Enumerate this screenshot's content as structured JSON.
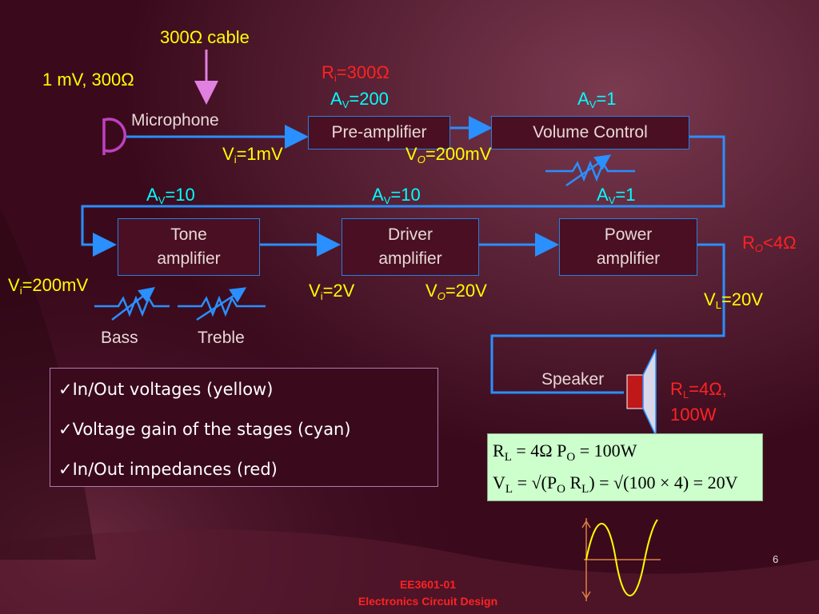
{
  "cable": {
    "label": "300Ω cable"
  },
  "source": {
    "label": "1 mV, 300Ω"
  },
  "microphone": {
    "label": "Microphone"
  },
  "preamp": {
    "label": "Pre-amplifier",
    "ri_text": "=300Ω",
    "av_text": "=200",
    "vi_text": "=1mV",
    "vo_text": "=200mV"
  },
  "volume": {
    "label": "Volume Control",
    "av_text": "=1"
  },
  "tone": {
    "label_line1": "Tone",
    "label_line2": "amplifier",
    "av_text": "=10",
    "vi_text": "=200mV"
  },
  "driver": {
    "label_line1": "Driver",
    "label_line2": "amplifier",
    "av_text": "=10",
    "vi_text": "=2V",
    "vo_text": "=20V"
  },
  "power": {
    "label_line1": "Power",
    "label_line2": "amplifier",
    "av_text": "=1",
    "ro_text": "<4Ω",
    "vl_text": "=20V"
  },
  "controls": {
    "bass": "Bass",
    "treble": "Treble"
  },
  "speaker": {
    "label": "Speaker",
    "rl_line1": "=4Ω,",
    "rl_line2": "100W"
  },
  "notes": [
    "✓In/Out voltages (yellow)",
    "✓Voltage gain of the stages (cyan)",
    "✓In/Out impedances (red)"
  ],
  "formula": {
    "row1": "R_L = 4Ω  P_O = 100W",
    "row2": "V_L = √(P_O R_L) = √(100 × 4) = 20V"
  },
  "footer": {
    "line1": "EE3601-01",
    "line2": "Electronics Circuit Design"
  },
  "page_number": "6",
  "colors": {
    "voltage": "#ffff00",
    "gain": "#00ffff",
    "impedance": "#ff2222",
    "wire": "#2a8fff",
    "formula_bg": "#ccffcc"
  }
}
